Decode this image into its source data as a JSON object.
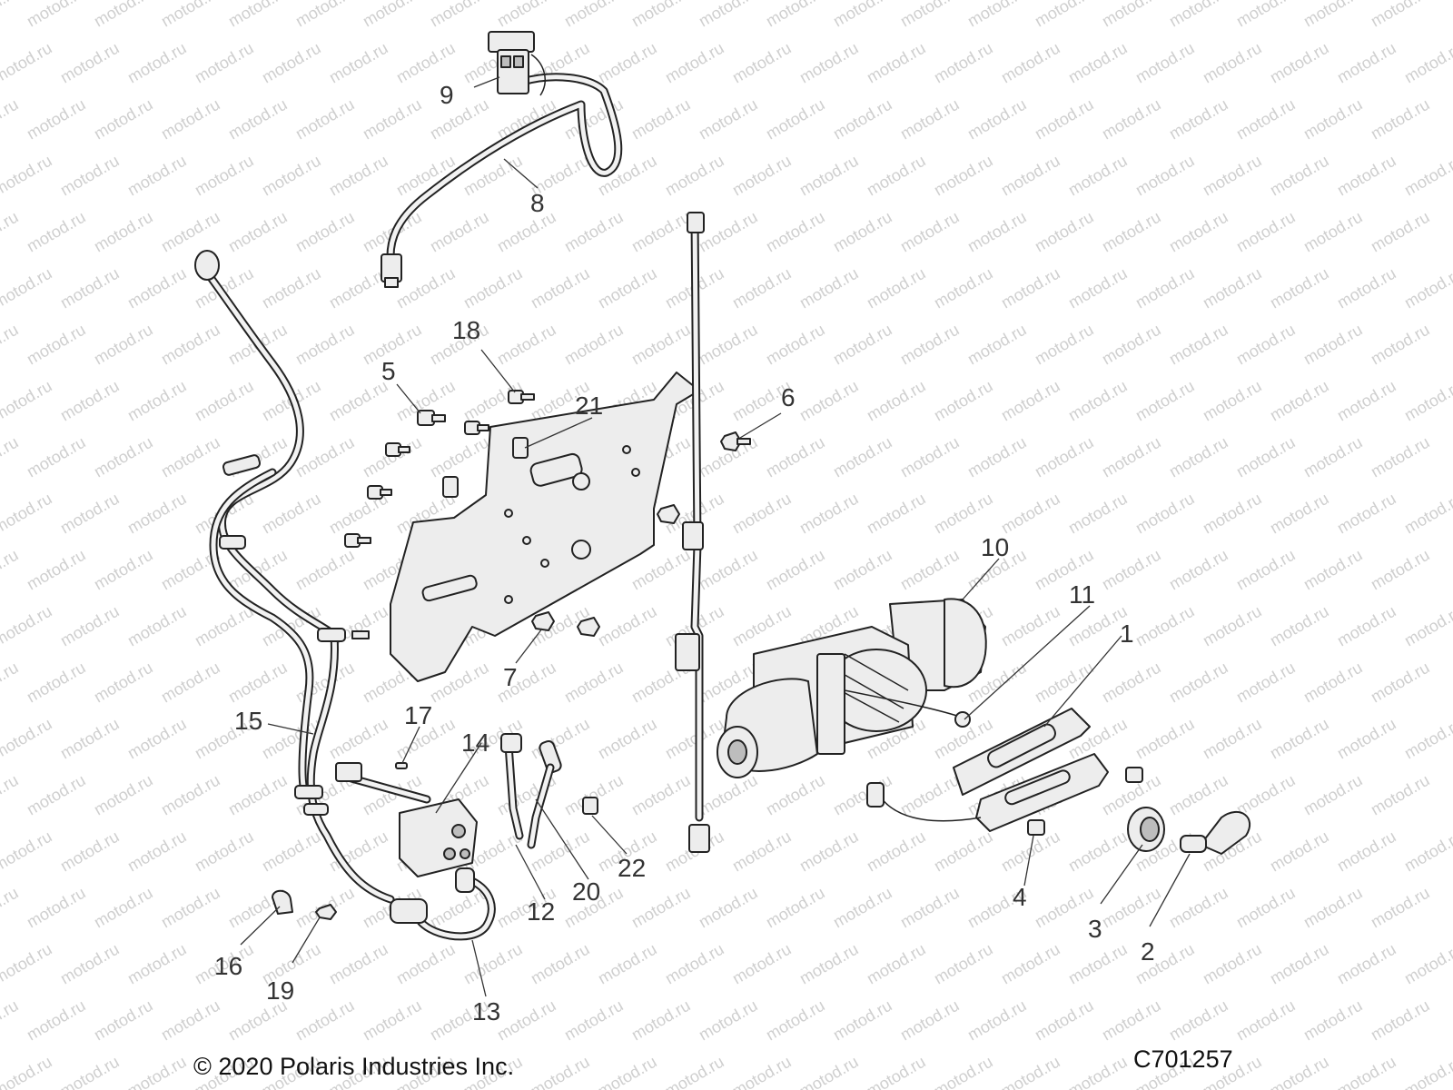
{
  "watermark": "motod.ru",
  "copyright": "© 2020 Polaris Industries Inc.",
  "figure_id": "C701257",
  "callouts": {
    "c1": "1",
    "c2": "2",
    "c3": "3",
    "c4": "4",
    "c5": "5",
    "c6": "6",
    "c7": "7",
    "c8": "8",
    "c9": "9",
    "c10": "10",
    "c11": "11",
    "c12": "12",
    "c13": "13",
    "c14": "14",
    "c15": "15",
    "c16": "16",
    "c17": "17",
    "c18": "18",
    "c19": "19",
    "c20": "20",
    "c21": "21",
    "c22": "22"
  }
}
